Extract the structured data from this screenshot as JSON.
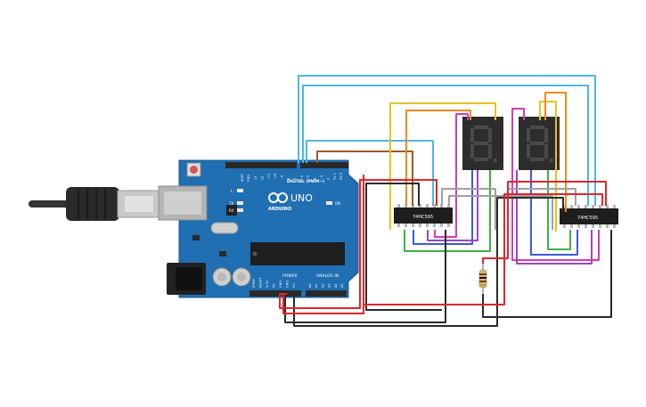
{
  "board": {
    "digital_label": "DIGITAL (PWM~)",
    "brand": "ARDUINO",
    "model": "UNO",
    "power_label": "POWER",
    "analog_label": "ANALOG IN",
    "on_label": "ON",
    "l_label": "L",
    "tx_label": "TX",
    "rx_label": "RX",
    "aref_label": "AREF",
    "gnd_label": "GND",
    "digital_pins": [
      "13",
      "12",
      "~11",
      "~10",
      "~9",
      "8",
      "7",
      "~6",
      "~5",
      "4",
      "~3",
      "2",
      "TX 1",
      "RX 0"
    ],
    "power_pins": [
      "IOREF",
      "RESET",
      "3.3V",
      "5V",
      "GND",
      "GND",
      "Vin"
    ],
    "analog_pins": [
      "A0",
      "A1",
      "A2",
      "A3",
      "A4",
      "A5"
    ]
  },
  "chips": [
    {
      "label": "74HC595"
    },
    {
      "label": "74HC595"
    }
  ],
  "displays": [
    {
      "digit": "8."
    },
    {
      "digit": "8."
    }
  ],
  "colors": {
    "board": "#1f6fb2",
    "red": "#e0262b",
    "black": "#2a2a2a",
    "orange": "#f08a1c",
    "yellow": "#e8c21e",
    "green": "#3cb043",
    "blue": "#3a5bd9",
    "purple": "#9a45c8",
    "magenta": "#d43ab4",
    "gray": "#a0a0a0",
    "brown": "#9b5a26",
    "lightblue": "#4db7e0"
  }
}
